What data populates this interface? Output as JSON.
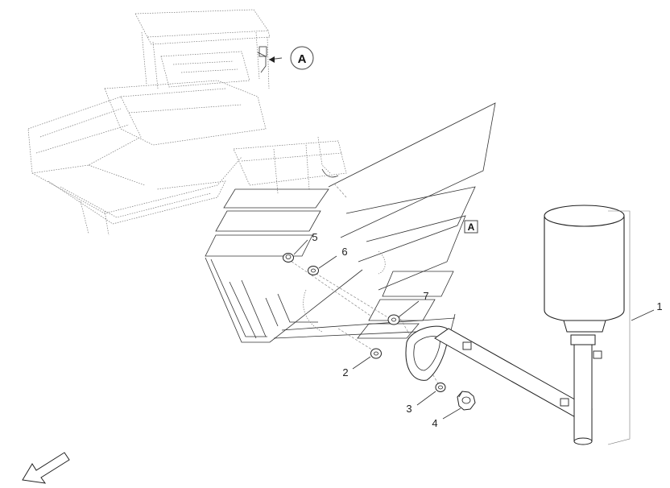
{
  "view_reference": {
    "label": "A"
  },
  "detail_reference": {
    "label": "A"
  },
  "callouts": [
    {
      "label": "1"
    },
    {
      "label": "2"
    },
    {
      "label": "3"
    },
    {
      "label": "4"
    },
    {
      "label": "5"
    },
    {
      "label": "6"
    },
    {
      "label": "7"
    }
  ]
}
